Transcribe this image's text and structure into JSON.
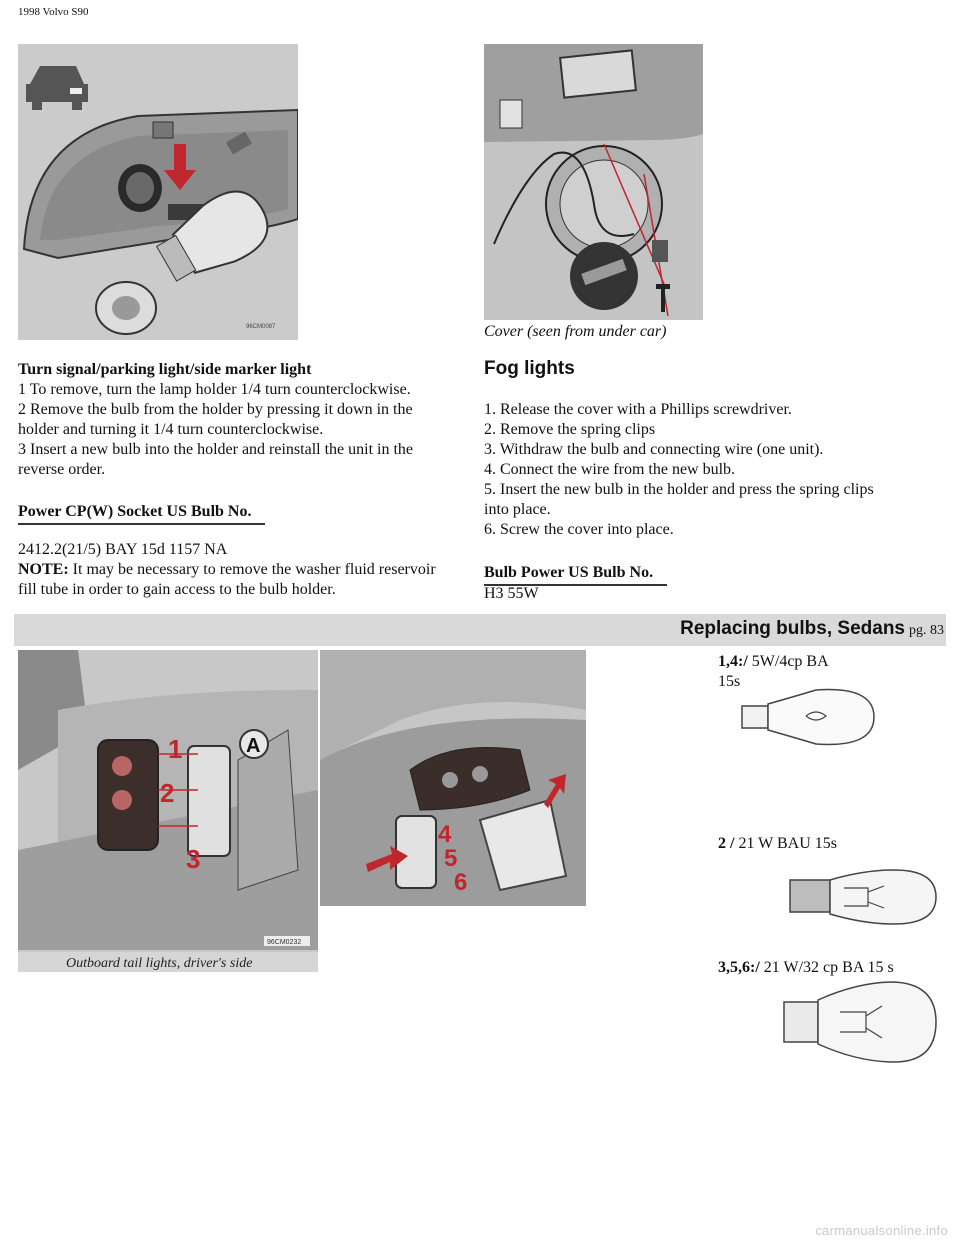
{
  "header": {
    "doc_title": "1998 Volvo S90"
  },
  "left_section": {
    "heading": "Turn signal/parking light/side marker light",
    "steps": [
      "1 To remove, turn the lamp holder 1/4 turn counterclockwise.",
      "2 Remove the bulb from the holder by pressing it down in the",
      "holder and turning it 1/4 turn counterclockwise.",
      "3 Insert a new bulb into the holder and reinstall the unit in the",
      "reverse order."
    ],
    "table_header": "Power CP(W) Socket US Bulb No.",
    "table_row": "2412.2(21/5) BAY 15d 1157 NA",
    "note_label": "NOTE:",
    "note_line1": "It may be necessary to remove the washer fluid reservoir",
    "note_line2": "fill tube in order to gain access to the bulb holder.",
    "image_code": "96CM0087"
  },
  "right_section": {
    "caption": "Cover (seen from under car)",
    "heading": "Fog lights",
    "steps": [
      "1. Release the cover with a Phillips screwdriver.",
      "2. Remove the spring clips",
      "3. Withdraw the bulb and connecting wire (one unit).",
      "4. Connect the wire from the new bulb.",
      "5. Insert the new bulb in the holder and press the spring clips",
      "into place.",
      "6. Screw the cover into place."
    ],
    "table_header": "Bulb Power US Bulb No.",
    "table_row": "H3 55W"
  },
  "banner": {
    "title": "Replacing bulbs, Sedans",
    "page": "pg. 83"
  },
  "bottom": {
    "photo_caption": "Outboard tail lights, driver's side",
    "photo_code": "96CM0232",
    "callout_a": "A",
    "numbers": [
      "1",
      "2",
      "3",
      "4",
      "5",
      "6"
    ],
    "bulbs": [
      {
        "label": "1,4:/",
        "spec_line1": "5W/4cp BA",
        "spec_line2": "15s"
      },
      {
        "label": "2 /",
        "spec": "21 W BAU 15s"
      },
      {
        "label": "3,5,6:/",
        "spec": "21 W/32 cp BA 15 s"
      }
    ]
  },
  "footer": {
    "watermark": "carmanualsonline.info"
  },
  "colors": {
    "banner_bg": "#d9d9d9",
    "accent_red": "#c0262b",
    "photo_gray": "#cfcfcf"
  }
}
